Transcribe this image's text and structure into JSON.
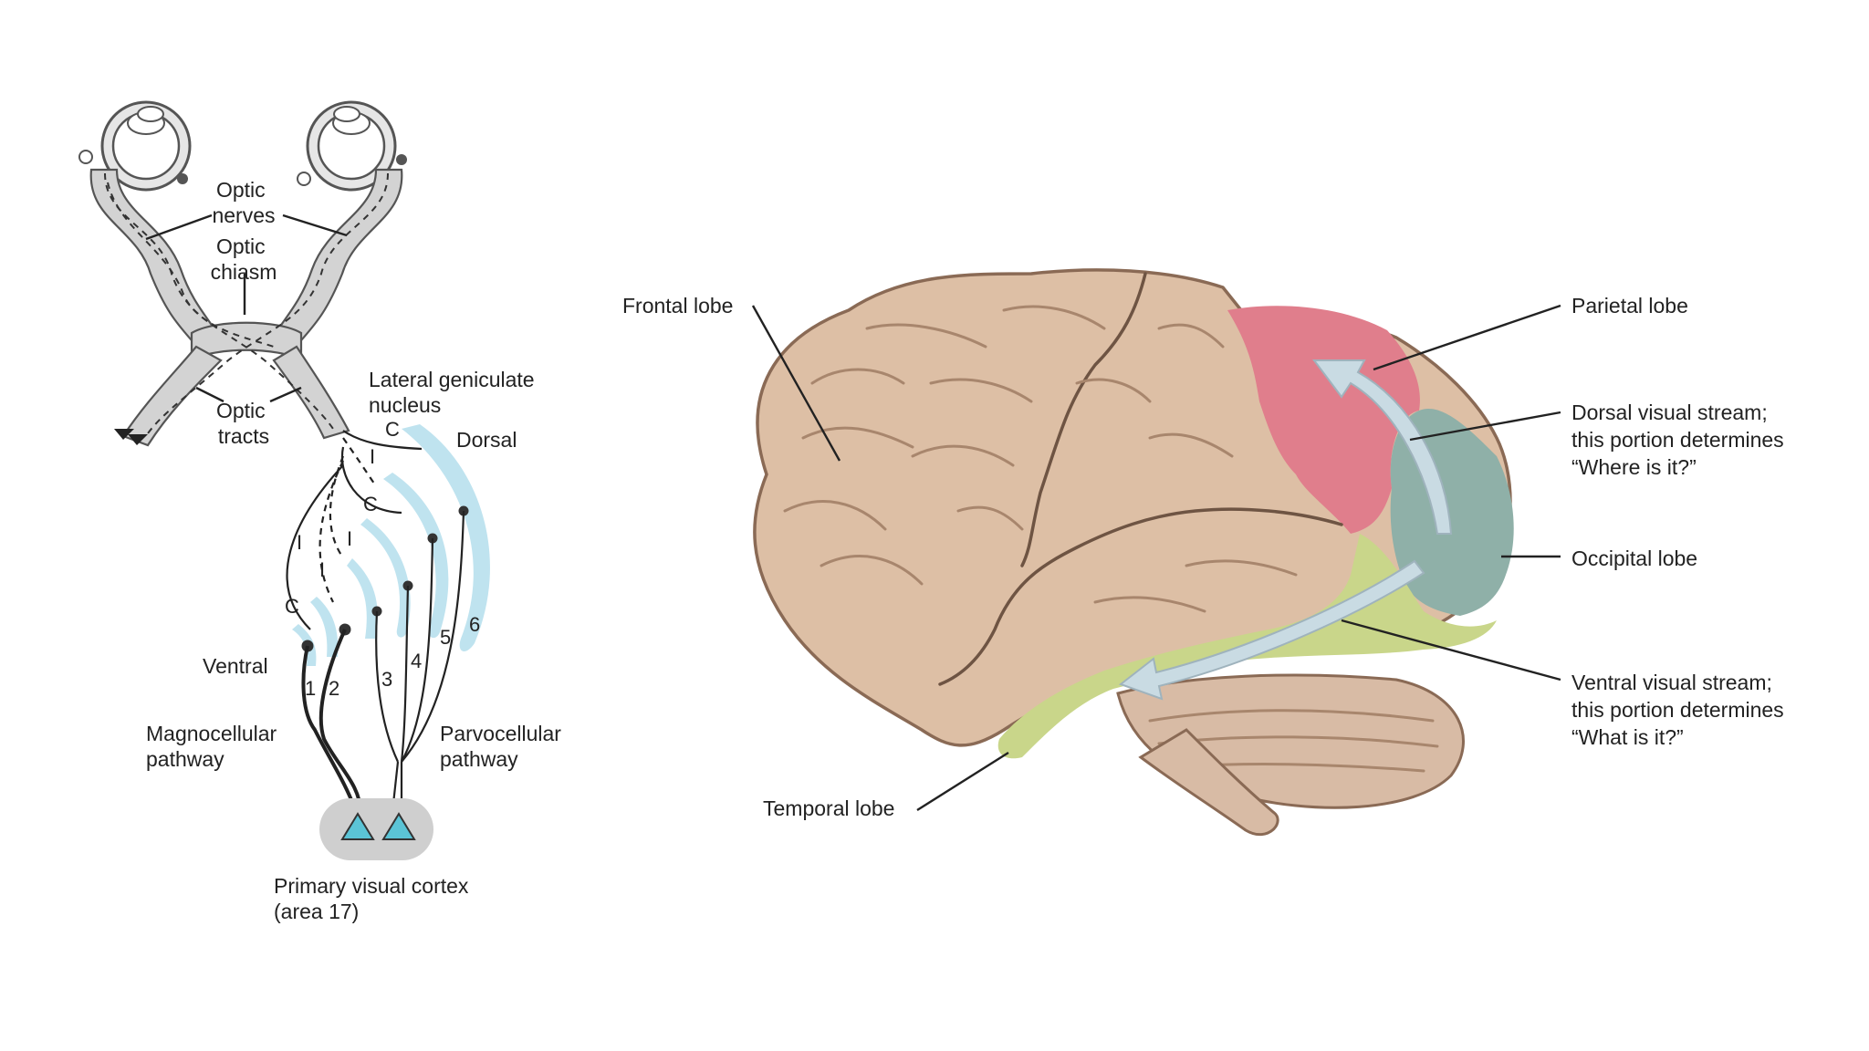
{
  "left_diagram": {
    "labels": {
      "optic_nerves": [
        "Optic",
        "nerves"
      ],
      "optic_chiasm": [
        "Optic",
        "chiasm"
      ],
      "optic_tracts": [
        "Optic",
        "tracts"
      ],
      "lgn": [
        "Lateral geniculate",
        "nucleus"
      ],
      "dorsal": "Dorsal",
      "ventral": "Ventral",
      "magno": [
        "Magnocellular",
        "pathway"
      ],
      "parvo": [
        "Parvocellular",
        "pathway"
      ],
      "cortex": [
        "Primary visual cortex",
        "(area 17)"
      ]
    },
    "layer_marks": [
      "C",
      "I",
      "C",
      "I",
      "I",
      "C"
    ],
    "layer_numbers": [
      "1",
      "2",
      "3",
      "4",
      "5",
      "6"
    ]
  },
  "brain_diagram": {
    "labels": {
      "frontal": "Frontal lobe",
      "parietal": "Parietal lobe",
      "dorsal_stream": [
        "Dorsal visual stream;",
        "this portion determines",
        "“Where is it?”"
      ],
      "occipital": "Occipital lobe",
      "ventral_stream": [
        "Ventral visual stream;",
        "this portion determines",
        "“What is it?”"
      ],
      "temporal": "Temporal lobe"
    },
    "colors": {
      "cortex": "#ddbfa5",
      "parietal": "#e07e8c",
      "occipital": "#8fb0a8",
      "temporal": "#c9d68a",
      "cerebellum": "#d8bba5",
      "stream_arrow": "#c9dbe3",
      "lgn_layers": "#bfe3ef",
      "cortex_cells": "#5bc4d6"
    }
  }
}
